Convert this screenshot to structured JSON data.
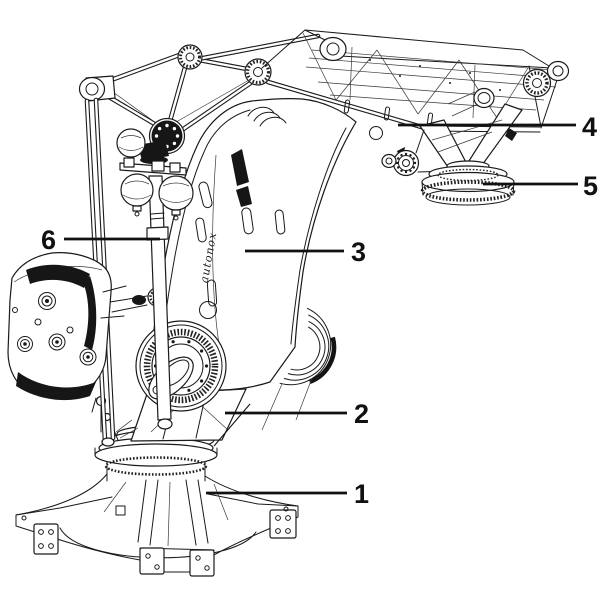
{
  "figure": {
    "subject": "industrial palletizing robot line drawing with numbered part callouts",
    "brand_text": "autonox",
    "background_color": "#ffffff",
    "line_color": "#1a1a1a",
    "label_color": "#111111"
  },
  "callouts": [
    {
      "number": "1"
    },
    {
      "number": "2"
    },
    {
      "number": "3"
    },
    {
      "number": "4"
    },
    {
      "number": "5"
    },
    {
      "number": "6"
    }
  ]
}
